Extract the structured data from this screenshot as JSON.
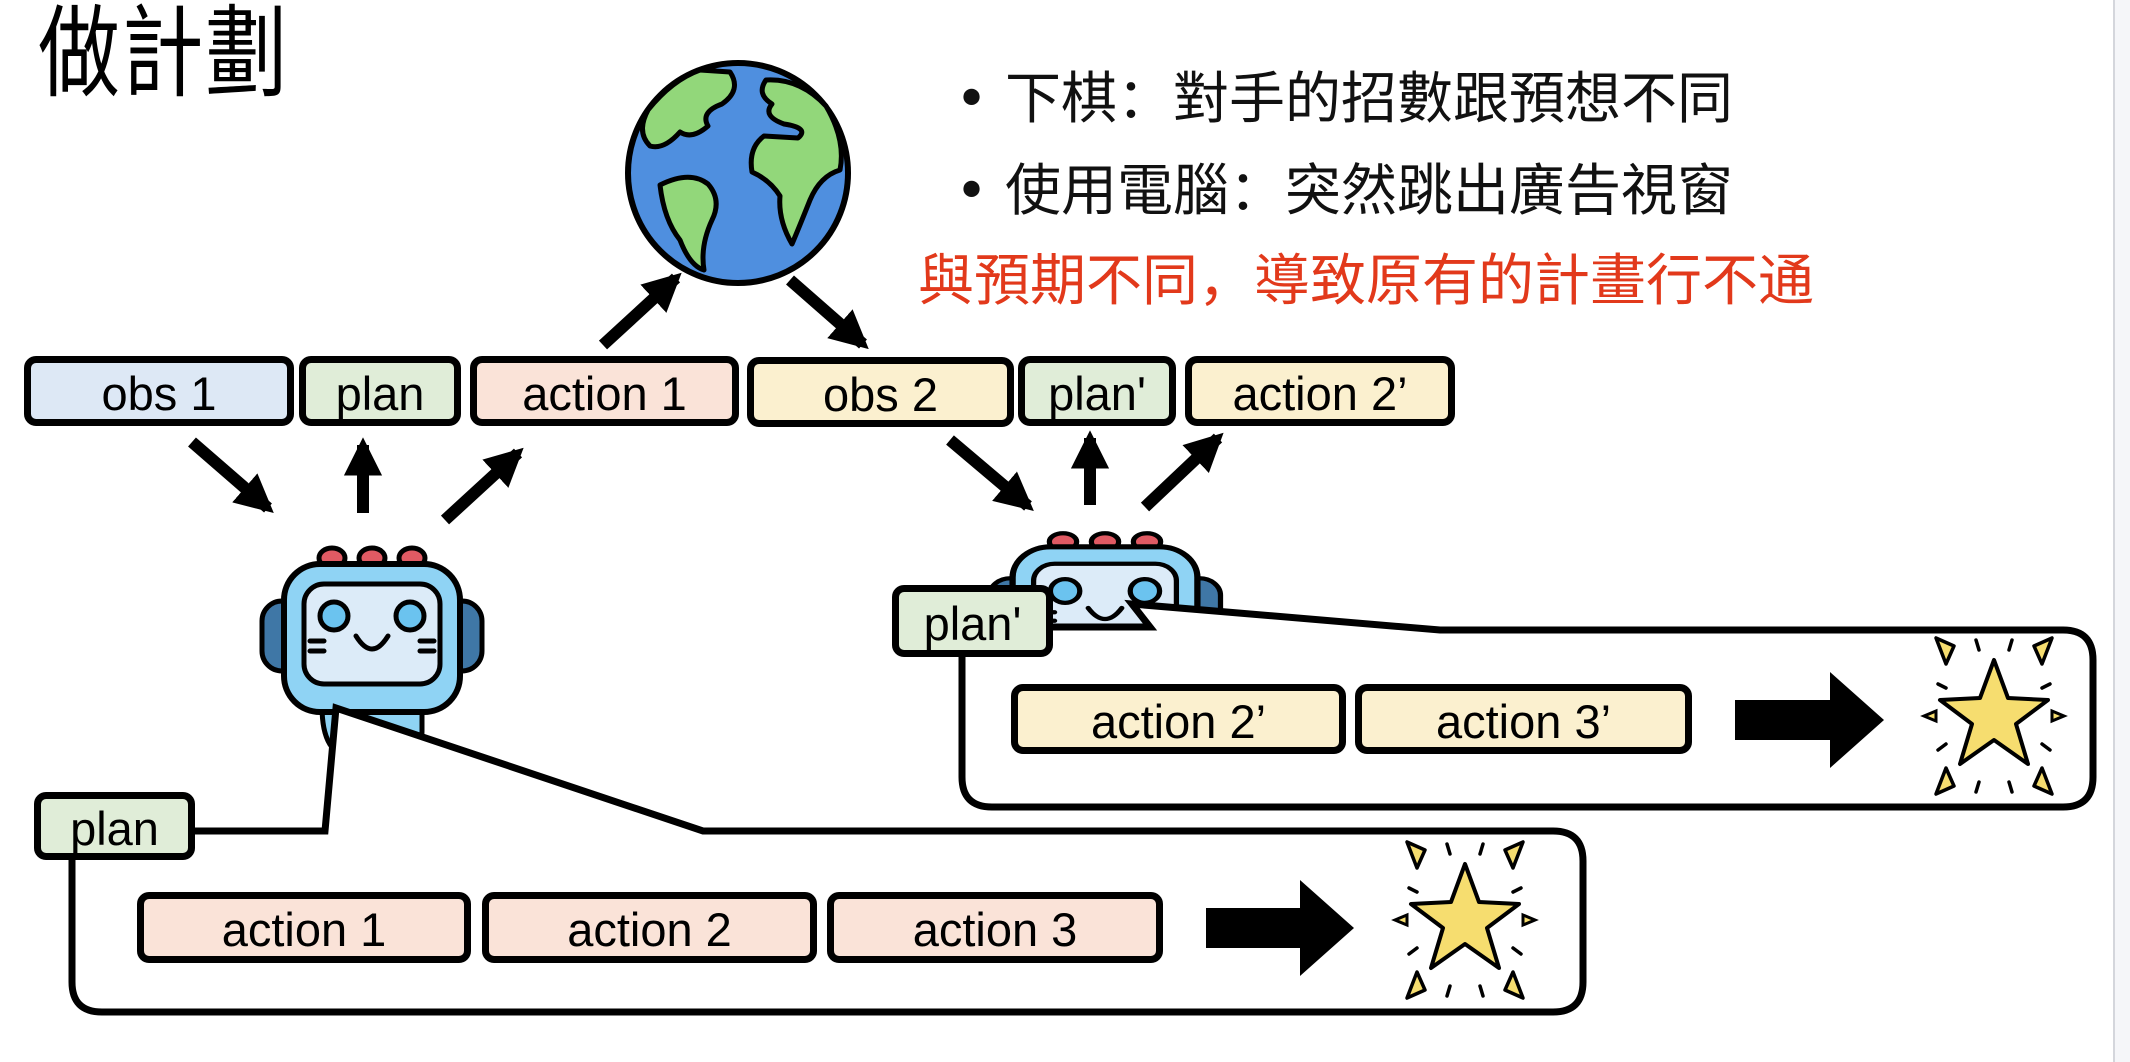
{
  "title": "做計劃",
  "bullets": [
    {
      "marker": "•",
      "text": "下棋：對手的招數跟預想不同"
    },
    {
      "marker": "•",
      "text": "使用電腦：突然跳出廣告視窗"
    }
  ],
  "conclusion": "與預期不同，導致原有的計畫行不通",
  "colors": {
    "obs1": "#dde8f5",
    "plan": "#e0edd8",
    "action": "#fae3d8",
    "obs2": "#fbf0cf",
    "conclusion_text": "#e2391b",
    "robot_body": "#8fd3f4",
    "globe_ocean": "#4f8fdf",
    "globe_land": "#92d77a",
    "star": "#f6dd6f"
  },
  "top_row": [
    {
      "label": "obs 1"
    },
    {
      "label": "plan"
    },
    {
      "label": "action 1"
    },
    {
      "label": "obs 2"
    },
    {
      "label": "plan'"
    },
    {
      "label": "action 2’"
    }
  ],
  "plan_callout": {
    "tag": "plan",
    "steps": [
      "action 1",
      "action 2",
      "action 3"
    ]
  },
  "replan_callout": {
    "tag": "plan'",
    "steps": [
      "action 2’",
      "action 3’"
    ]
  }
}
